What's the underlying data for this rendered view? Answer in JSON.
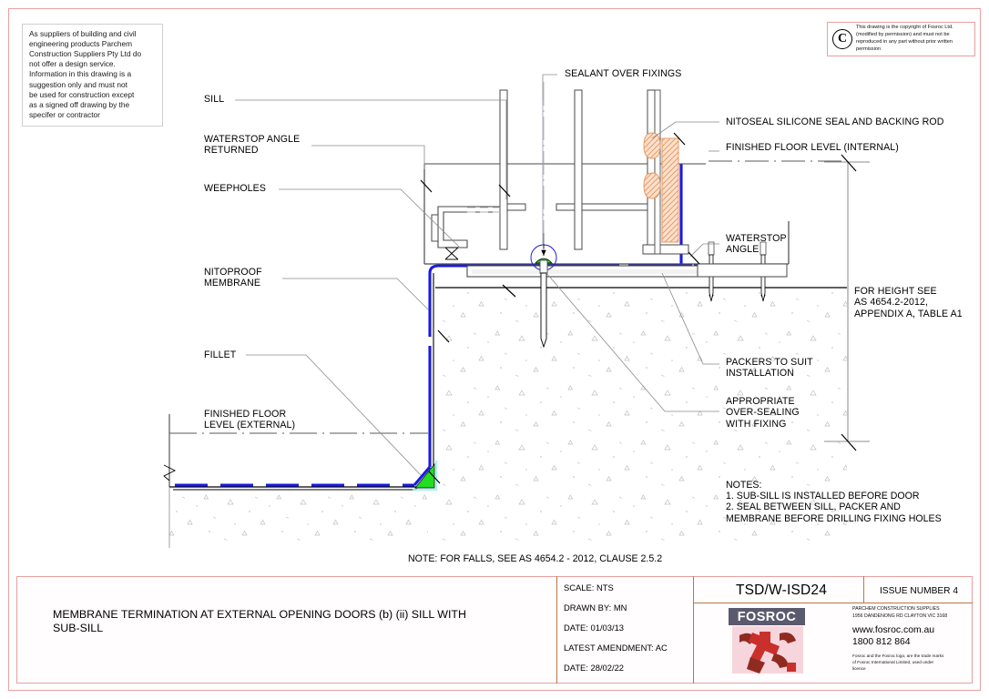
{
  "sheet": {
    "border_color": "#e8a0a0",
    "background": "#ffffff"
  },
  "disclaimer": {
    "text": "As suppliers of building and civil\nengineering products Parchem\nConstruction Suppliers Pty Ltd do\nnot offer a design service.\nInformation in this drawing is a\nsuggestion only and must not\nbe used for construction except\nas a signed off drawing by the\nspecifer or contractor"
  },
  "copyright": {
    "symbol": "C",
    "text": "This drawing is the copyright of Fosroc Ltd.\n(modified by permission) and must not be\nreproduced in any part without prior written\npermission"
  },
  "labels": {
    "sealant_over_fixings": "SEALANT OVER FIXINGS",
    "sill": "SILL",
    "waterstop_angle_returned": "WATERSTOP ANGLE\nRETURNED",
    "weepholes": "WEEPHOLES",
    "nitoproof_membrane": "NITOPROOF\nMEMBRANE",
    "fillet": "FILLET",
    "finished_floor_level_external": "FINISHED FLOOR\nLEVEL (EXTERNAL)",
    "nitoseal_silicone": "NITOSEAL SILICONE SEAL AND BACKING ROD",
    "finished_floor_level_internal": "FINISHED FLOOR LEVEL (INTERNAL)",
    "waterstop_angle": "WATERSTOP\nANGLE",
    "for_height": "FOR HEIGHT SEE\nAS 4654.2-2012,\nAPPENDIX A, TABLE A1",
    "packers": "PACKERS TO SUIT\nINSTALLATION",
    "over_sealing": "APPROPRIATE\nOVER-SEALING\nWITH FIXING"
  },
  "notes": {
    "heading": "NOTES:",
    "items": "1. SUB-SILL IS INSTALLED BEFORE DOOR\n2. SEAL BETWEEN SILL, PACKER AND\nMEMBRANE BEFORE DRILLING FIXING HOLES",
    "falls_note": "NOTE: FOR FALLS, SEE AS 4654.2 - 2012, CLAUSE 2.5.2"
  },
  "title_block": {
    "title": "MEMBRANE TERMINATION AT EXTERNAL OPENING DOORS (b) (ii) SILL WITH\nSUB-SILL",
    "scale": "SCALE: NTS",
    "drawn_by": "DRAWN BY: MN",
    "date": "DATE: 01/03/13",
    "latest_amendment": "LATEST AMENDMENT: AC",
    "amendment_date": "DATE: 28/02/22",
    "drawing_code": "TSD/W-ISD24",
    "issue_number": "ISSUE NUMBER 4",
    "logo_text": "FOSROC",
    "company": "PARCHEM CONSTRUCTION SUPPLIES\n1956 DANDENONG RD CLAYTON VIC 3168",
    "website": "www.fosroc.com.au",
    "phone": "1800 812 864",
    "trademark": "Fosroc and the Fosroc logo, are the trade marks\nof Fosroc International Limited, used under\nlicence"
  },
  "drawing_colors": {
    "membrane_blue": "#1a1ae0",
    "fillet_green": "#22dd22",
    "sealant_orange": "#e8955a",
    "concrete_gray": "#c8c8c8",
    "metal_outline": "#4a4a4a"
  }
}
